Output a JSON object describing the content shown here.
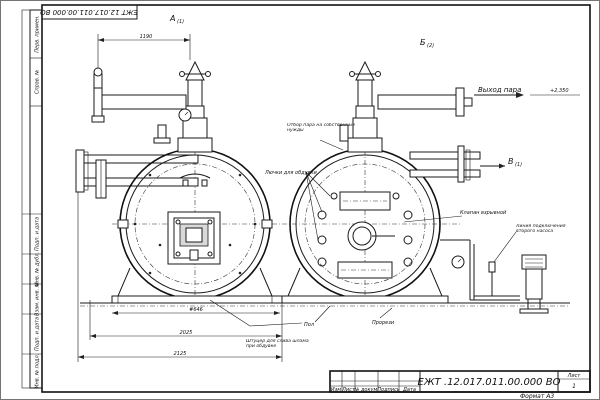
{
  "drawing": {
    "code_top": "ЕЖТ 12.017.011.00.000  ВО",
    "code_title": "ЕЖТ .12.017.011.00.000  ВО",
    "format": "Формат А3",
    "sheet_label": "Лист",
    "sheet_no": "1"
  },
  "views": {
    "view_a": "А",
    "view_a_sub": "(1)",
    "view_b": "Б",
    "view_b_sub": "(2)",
    "view_v": "В",
    "view_v_sub": "(1)"
  },
  "labels": {
    "steam_outlet": "Выход пара",
    "steam_level": "+2,350",
    "steam_sampling": "Отбор пара на собственные нужды",
    "hatches": "Лючки для обдувки",
    "explosion_valve": "Клапан взрывной",
    "feed_pump_line": "Линия подключения второго насоса",
    "blowdown_fitting": "Штуцер для слива шлама при обдувке",
    "floor": "Пол",
    "slots": "Прорези"
  },
  "dimensions": {
    "d_top": "1190",
    "d_base": "#646",
    "d_mid": "2025",
    "d_total": "2125"
  },
  "side_stamp": [
    "Перв. примен.",
    "Справ. №",
    "Подп. и дата",
    "Инв. № дубл.",
    "Взам. инв. №",
    "Подп. и дата",
    "Инв. № подл."
  ],
  "title_block": {
    "headers": [
      "Изм",
      "Лист",
      "№ докум.",
      "Подпись",
      "Дата"
    ]
  }
}
